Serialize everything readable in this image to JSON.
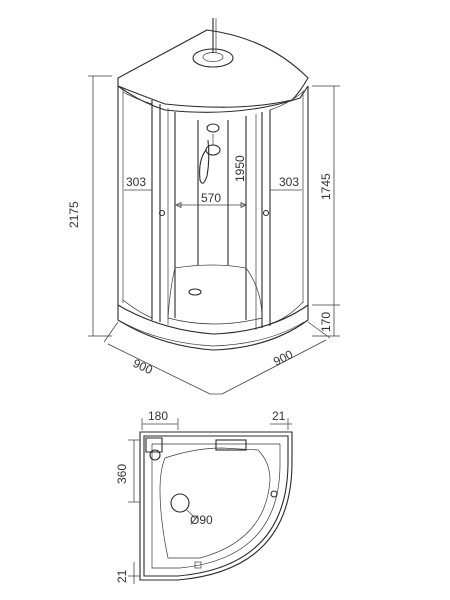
{
  "dimensions": {
    "total_height": "2175",
    "cabin_height": "1745",
    "inner_height": "1950",
    "tray_height": "170",
    "left_door_width": "303",
    "right_door_width": "303",
    "center_width": "570",
    "depth_left": "900",
    "depth_right": "900"
  },
  "plan": {
    "top_offset": "180",
    "right_offset": "21",
    "side_offset": "360",
    "bottom_offset": "21",
    "drain": "Ø90"
  },
  "colors": {
    "line": "#2b2b2b",
    "text": "#333333"
  }
}
